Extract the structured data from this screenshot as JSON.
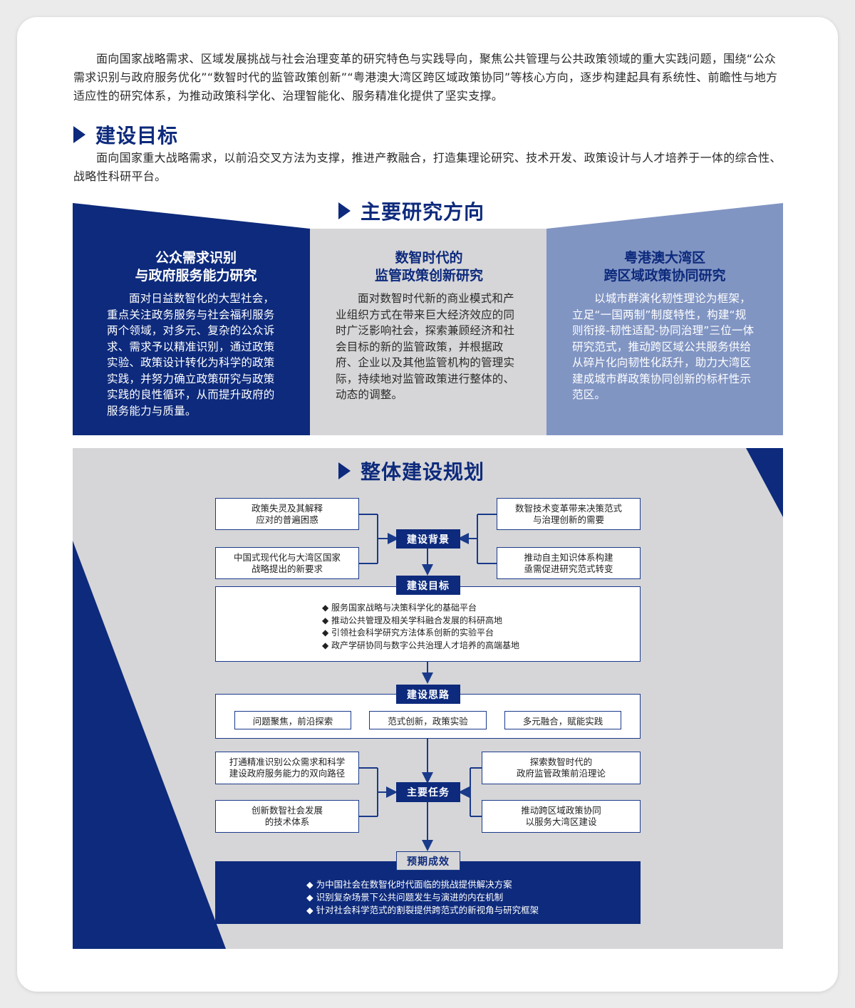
{
  "intro": {
    "text": "面向国家战略需求、区域发展挑战与社会治理变革的研究特色与实践导向，聚焦公共管理与公共政策领域的重大实践问题，围绕“公众需求识别与政府服务优化”“数智时代的监管政策创新”“粤港澳大湾区跨区域政策协同”等核心方向，逐步构建起具有系统性、前瞻性与地方适应性的研究体系，为推动政策科学化、治理智能化、服务精准化提供了坚实支撑。"
  },
  "goal_section": {
    "heading": "建设目标",
    "text": "面向国家重大战略需求，以前沿交叉方法为支撑，推进产教融合，打造集理论研究、技术开发、政策设计与人才培养于一体的综合性、战略性科研平台。"
  },
  "directions": {
    "heading": "主要研究方向",
    "items": [
      {
        "title_line1": "公众需求识别",
        "title_line2": "与政府服务能力研究",
        "body": "面对日益数智化的大型社会，重点关注政务服务与社会福利服务两个领域，对多元、复杂的公众诉求、需求予以精准识别，通过政策实验、政策设计转化为科学的政策实践，并努力确立政策研究与政策实践的良性循环，从而提升政府的服务能力与质量。"
      },
      {
        "title_line1": "数智时代的",
        "title_line2": "监管政策创新研究",
        "body": "面对数智时代新的商业模式和产业组织方式在带来巨大经济效应的同时广泛影响社会，探索兼顾经济和社会目标的新的监管政策，并根据政府、企业以及其他监管机构的管理实际，持续地对监管政策进行整体的、动态的调整。"
      },
      {
        "title_line1": "粤港澳大湾区",
        "title_line2": "跨区域政策协同研究",
        "body": "以城市群演化韧性理论为框架，立足“一国两制”制度特性，构建“规则衔接-韧性适配-协同治理”三位一体研究范式，推动跨区域公共服务供给从碎片化向韧性化跃升，助力大湾区建成城市群政策协同创新的标杆性示范区。"
      }
    ],
    "colors": [
      "#0d2a7c",
      "#d6d6d8",
      "#8195c3"
    ]
  },
  "plan": {
    "heading": "整体建设规划",
    "background": {
      "top_left": "政策失灵及其解释\n应对的普遍困惑",
      "bottom_left": "中国式现代化与大湾区国家\n战略提出的新要求",
      "top_right": "数智技术变革带来决策范式\n与治理创新的需要",
      "bottom_right": "推动自主知识体系构建\n亟需促进研究范式转变",
      "label": "建设背景"
    },
    "goals": {
      "label": "建设目标",
      "items": [
        "◆ 服务国家战略与决策科学化的基础平台",
        "◆ 推动公共管理及相关学科融合发展的科研高地",
        "◆ 引领社会科学研究方法体系创新的实验平台",
        "◆ 政产学研协同与数字公共治理人才培养的高端基地"
      ]
    },
    "ideas": {
      "label": "建设思路",
      "items": [
        "问题聚焦，前沿探索",
        "范式创新，政策实验",
        "多元融合，赋能实践"
      ]
    },
    "tasks": {
      "label": "主要任务",
      "top_left": "打通精准识别公众需求和科学\n建设政府服务能力的双向路径",
      "bottom_left": "创新数智社会发展\n的技术体系",
      "top_right": "探索数智时代的\n政府监管政策前沿理论",
      "bottom_right": "推动跨区域政策协同\n以服务大湾区建设"
    },
    "results": {
      "label": "预期成效",
      "items": [
        "◆ 为中国社会在数智化时代面临的挑战提供解决方案",
        "◆ 识别复杂场景下公共问题发生与演进的内在机制",
        "◆ 针对社会科学范式的割裂提供跨范式的新视角与研究框架"
      ]
    },
    "colors": {
      "navy": "#0d2a7c",
      "panel": "#d6d6d8"
    }
  }
}
